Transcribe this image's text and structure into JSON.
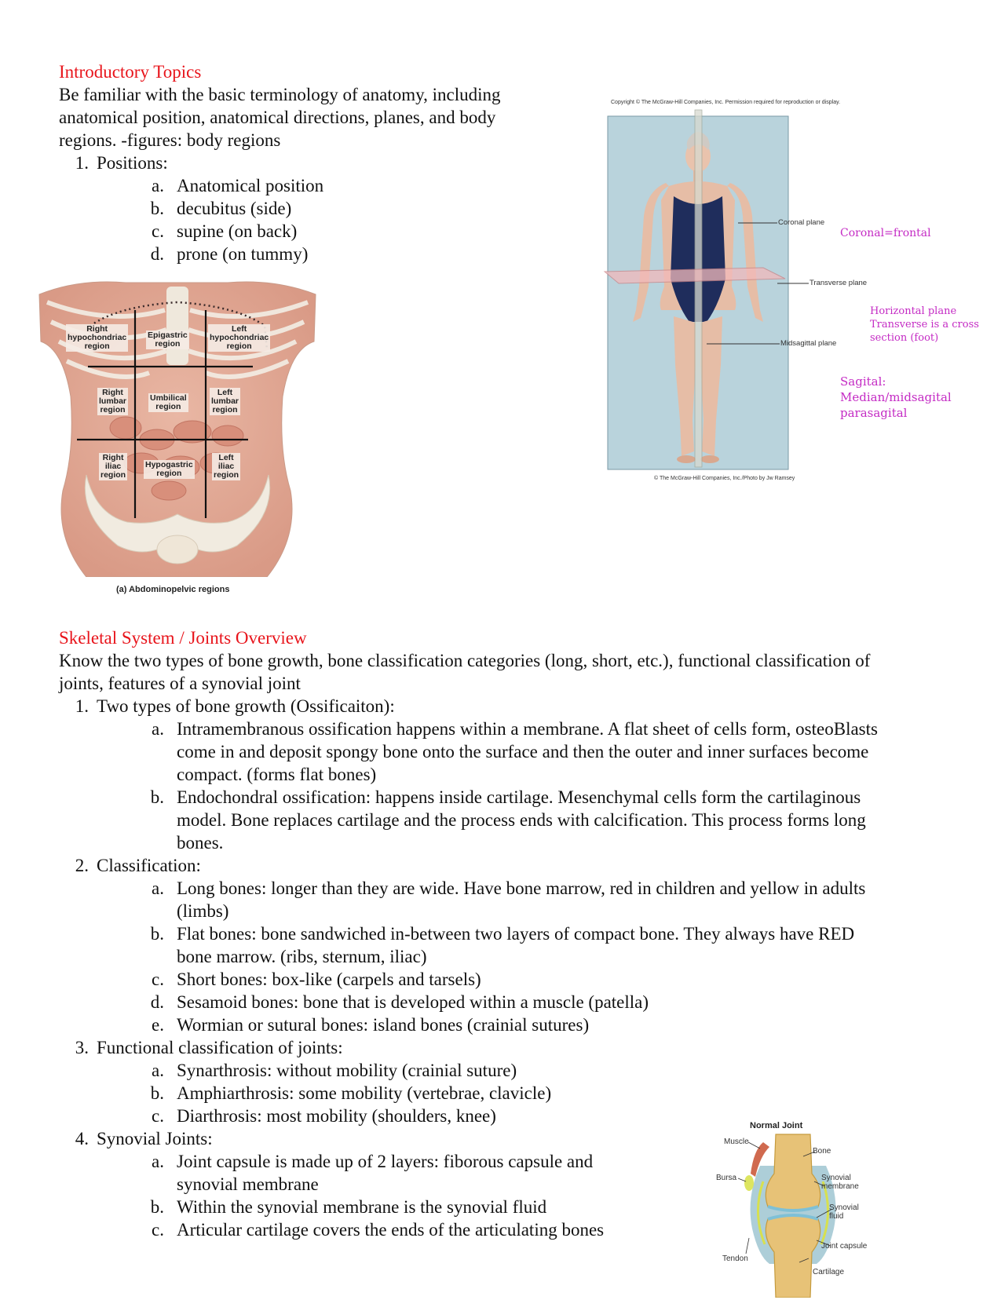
{
  "section1": {
    "heading": "Introductory Topics",
    "intro_lines": [
      "Be familiar with the basic terminology of anatomy, including",
      "anatomical position, anatomical directions, planes, and body",
      "regions. -figures: body regions"
    ],
    "list": [
      {
        "num": "1.",
        "text": "Positions:",
        "items": [
          {
            "letter": "a.",
            "text": "Anatomical position"
          },
          {
            "letter": "b.",
            "text": "decubitus (side)"
          },
          {
            "letter": "c.",
            "text": "supine (on back)"
          },
          {
            "letter": "d.",
            "text": "prone (on tummy)"
          }
        ]
      }
    ]
  },
  "figure_regions": {
    "caption": "(a) Abdominopelvic regions",
    "labels": {
      "right_hypochondriac": "Right hypochondriac region",
      "epigastric": "Epigastric region",
      "left_hypochondriac": "Left hypochondriac region",
      "right_lumbar": "Right lumbar region",
      "umbilical": "Umbilical region",
      "left_lumbar": "Left lumbar region",
      "right_iliac": "Right iliac region",
      "hypogastric": "Hypogastric region",
      "left_iliac": "Left iliac region"
    }
  },
  "figure_planes": {
    "copyright_top": "Copyright © The McGraw-Hill Companies, Inc. Permission required for reproduction or display.",
    "credit_bottom": "© The McGraw-Hill Companies, Inc./Photo by Jw Ramsey",
    "coronal_plane": "Coronal plane",
    "transverse_plane": "Transverse plane",
    "midsagittal_plane": "Midsagittal plane",
    "annotations": {
      "coronal": "Coronal=frontal",
      "horizontal": [
        "Horizontal plane",
        "Transverse is a cross",
        "section (foot)"
      ],
      "sagittal": [
        "Sagital:",
        "Median/midsagital",
        "parasagital"
      ]
    }
  },
  "section2": {
    "heading": "Skeletal System / Joints Overview",
    "intro_lines": [
      "Know the two types of bone growth, bone classification categories (long, short, etc.), functional classification of",
      "joints, features of a synovial joint"
    ],
    "list": [
      {
        "num": "1.",
        "text": "Two types of bone growth (Ossificaiton):",
        "items": [
          {
            "letter": "a.",
            "lines": [
              "Intramembranous ossification happens within a membrane. A flat sheet of cells form, osteoBlasts",
              "come in and deposit spongy bone onto the surface and then the outer and inner surfaces become",
              "compact. (forms flat bones)"
            ]
          },
          {
            "letter": "b.",
            "lines": [
              "Endochondral ossification: happens inside cartilage. Mesenchymal cells form the cartilaginous",
              "model. Bone replaces cartilage and the process ends with calcification. This process forms long",
              "bones."
            ]
          }
        ]
      },
      {
        "num": "2.",
        "text": "Classification:",
        "items": [
          {
            "letter": "a.",
            "lines": [
              "Long bones: longer than they are wide. Have bone marrow, red in children and yellow in adults",
              "(limbs)"
            ]
          },
          {
            "letter": "b.",
            "lines": [
              "Flat bones: bone sandwiched in-between two layers of compact bone. They always have RED",
              "bone marrow. (ribs, sternum, iliac)"
            ]
          },
          {
            "letter": "c.",
            "lines": [
              "Short bones: box-like (carpels and tarsels)"
            ]
          },
          {
            "letter": "d.",
            "lines": [
              "Sesamoid bones: bone that is developed within a muscle (patella)"
            ]
          },
          {
            "letter": "e.",
            "lines": [
              "Wormian or sutural bones: island bones (crainial sutures)"
            ]
          }
        ]
      },
      {
        "num": "3.",
        "text": "Functional classification of joints:",
        "items": [
          {
            "letter": "a.",
            "lines": [
              "Synarthrosis: without mobility (crainial suture)"
            ]
          },
          {
            "letter": "b.",
            "lines": [
              "Amphiarthrosis: some mobility (vertebrae, clavicle)"
            ]
          },
          {
            "letter": "c.",
            "lines": [
              "Diarthrosis: most mobility (shoulders, knee)"
            ]
          }
        ]
      },
      {
        "num": "4.",
        "text": "Synovial Joints:",
        "items": [
          {
            "letter": "a.",
            "lines": [
              "Joint capsule is made up of 2 layers: fiborous capsule and",
              "synovial membrane"
            ]
          },
          {
            "letter": "b.",
            "lines": [
              "Within the synovial membrane is the synovial fluid"
            ]
          },
          {
            "letter": "c.",
            "lines": [
              "Articular cartilage covers the ends of the articulating bones"
            ]
          }
        ]
      }
    ]
  },
  "figure_joint": {
    "title": "Normal Joint",
    "labels": {
      "muscle": "Muscle",
      "bone": "Bone",
      "bursa": "Bursa",
      "synovial_membrane": "Synovial membrane",
      "synovial_fluid": "Synovial fluid",
      "joint_capsule": "Joint capsule",
      "tendon": "Tendon",
      "cartilage": "Cartilage"
    }
  }
}
